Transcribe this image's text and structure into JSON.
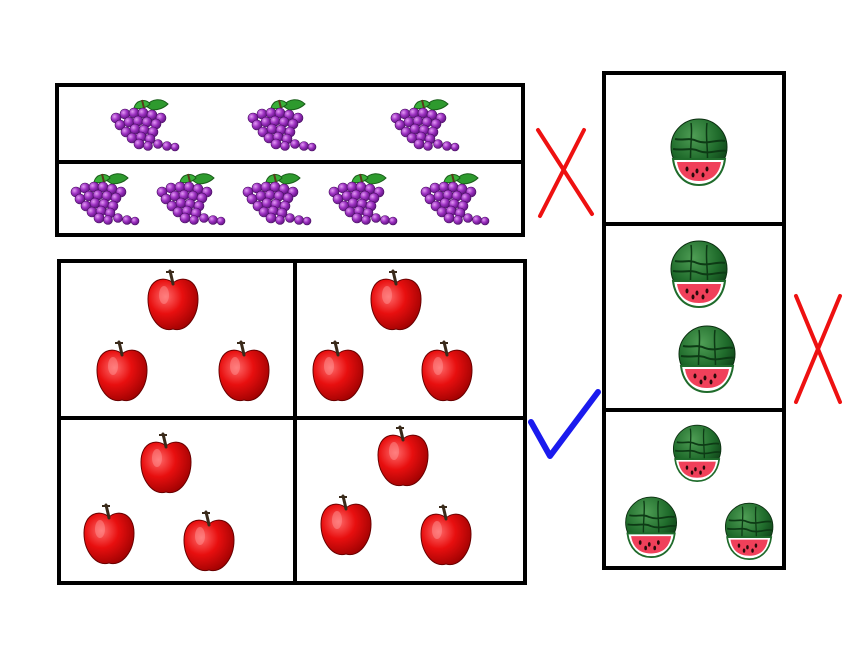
{
  "groups": {
    "grapes": {
      "fruit": "grapes",
      "rows": [
        3,
        5
      ],
      "result": "cross"
    },
    "apples": {
      "fruit": "apple",
      "cells": [
        3,
        3,
        3,
        3
      ],
      "result": "check"
    },
    "watermelons": {
      "fruit": "watermelon",
      "cells": [
        1,
        2,
        3
      ],
      "result": "cross"
    }
  },
  "colors": {
    "border": "#000000",
    "cross": "#ee1111",
    "check": "#1a1aee",
    "grape": "#9b2fc0",
    "grape_leaf": "#2e9a2e",
    "apple": "#e80f0f",
    "melon_rind": "#1f6b2b",
    "melon_flesh": "#f0405a"
  }
}
